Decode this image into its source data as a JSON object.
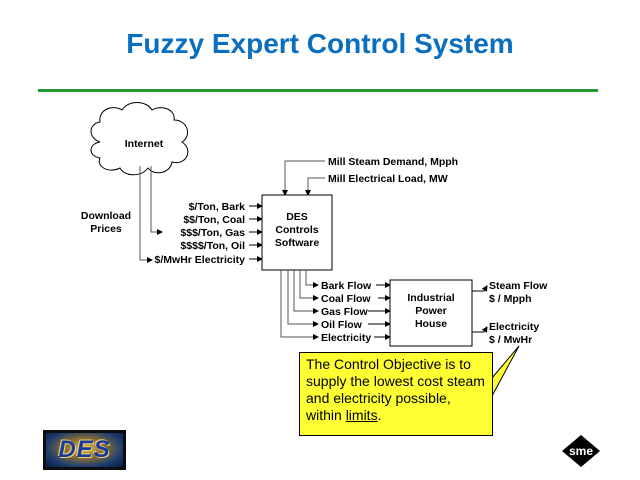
{
  "slide": {
    "title": "Fuzzy Expert Control System",
    "accent_title_color": "#0a6fbf",
    "rule_color": "#1e9a2e"
  },
  "diagram": {
    "cloud_label": "Internet",
    "download_label_line1": "Download",
    "download_label_line2": "Prices",
    "price_inputs": [
      "$/Ton, Bark",
      "$$/Ton, Coal",
      "$$$/Ton, Gas",
      "$$$$/Ton, Oil",
      "$/MwHr Electricity"
    ],
    "mill_inputs": [
      "Mill Steam Demand, Mpph",
      "Mill Electrical Load, MW"
    ],
    "controller": {
      "line1": "DES",
      "line2": "Controls",
      "line3": "Software"
    },
    "flows": [
      "Bark Flow",
      "Coal Flow",
      "Gas Flow",
      "Oil Flow",
      "Electricity"
    ],
    "plant": {
      "line1": "Industrial",
      "line2": "Power",
      "line3": "House"
    },
    "outputs": [
      {
        "line1": "Steam Flow",
        "line2": "$ / Mpph"
      },
      {
        "line1": "Electricity",
        "line2": "$ / MwHr"
      }
    ]
  },
  "callout": {
    "text_before": "The Control Objective is to supply the lowest cost steam and electricity possible, within ",
    "underlined": "limits",
    "text_after": ".",
    "background": "#ffff33"
  },
  "logos": {
    "left": "DES",
    "right": "sme"
  }
}
